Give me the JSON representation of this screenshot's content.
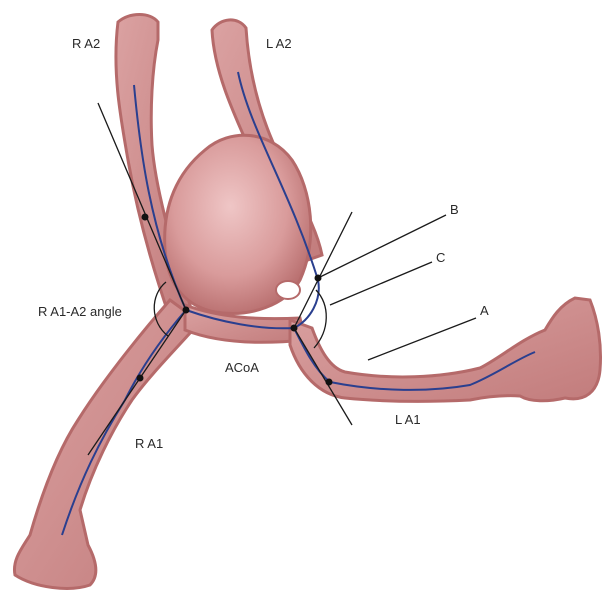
{
  "figure": {
    "labels": {
      "ra2": "R A2",
      "la2": "L A2",
      "b": "B",
      "c": "C",
      "a": "A",
      "ra1_a2_angle": "R A1-A2 angle",
      "acoa": "ACoA",
      "la1": "L A1",
      "ra1": "R A1"
    },
    "colors": {
      "vessel_fill": "#cf8e8e",
      "vessel_edge": "#b56a6a",
      "centerline": "#2a3f8f",
      "line": "#1a1a1a"
    }
  }
}
